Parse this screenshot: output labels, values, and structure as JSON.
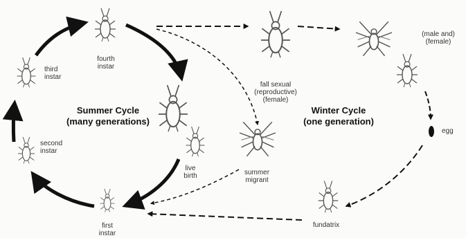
{
  "summer": {
    "title": "Summer Cycle",
    "subtitle": "(many generations)"
  },
  "winter": {
    "title": "Winter Cycle",
    "subtitle": "(one generation)"
  },
  "stages": {
    "fourth_instar": [
      "fourth",
      "instar"
    ],
    "third_instar": [
      "third",
      "instar"
    ],
    "second_instar": [
      "second",
      "instar"
    ],
    "first_instar": [
      "first",
      "instar"
    ],
    "live_birth": [
      "live",
      "birth"
    ],
    "fall_sexual": [
      "fall sexual",
      "(reproductive)",
      "(female)"
    ],
    "male_female": [
      "(male and)",
      "(female)"
    ],
    "egg": "egg",
    "summer_migrant": [
      "summer",
      "migrant"
    ],
    "fundatrix": "fundatrix"
  },
  "colors": {
    "ink": "#111111",
    "label": "#333333",
    "insect": "#555555"
  }
}
